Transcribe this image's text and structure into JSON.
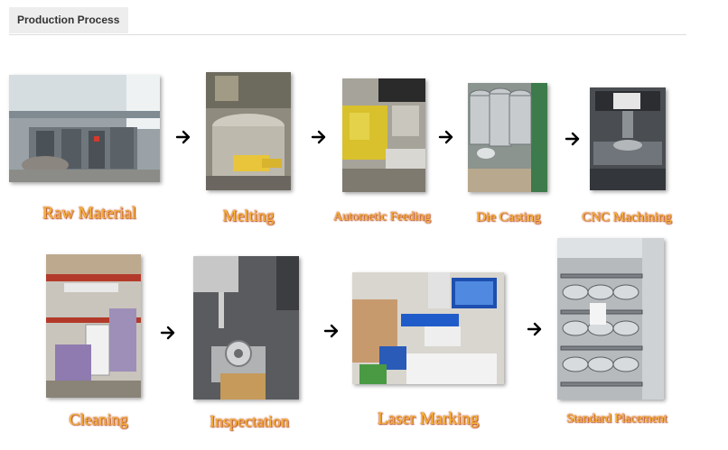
{
  "header": {
    "tab_title": "Production Process"
  },
  "steps": [
    {
      "label": "Raw Material"
    },
    {
      "label": "Melting"
    },
    {
      "label": "Autometic Feeding"
    },
    {
      "label": "Die Casting"
    },
    {
      "label": "CNC Machining"
    },
    {
      "label": "Cleaning"
    },
    {
      "label": "Inspectation"
    },
    {
      "label": "Laser  Marking"
    },
    {
      "label": "Standard Placement"
    }
  ],
  "colors": {
    "label_fill": "#f7b733",
    "label_outline": "#c0502a",
    "arrow": "#000000"
  }
}
